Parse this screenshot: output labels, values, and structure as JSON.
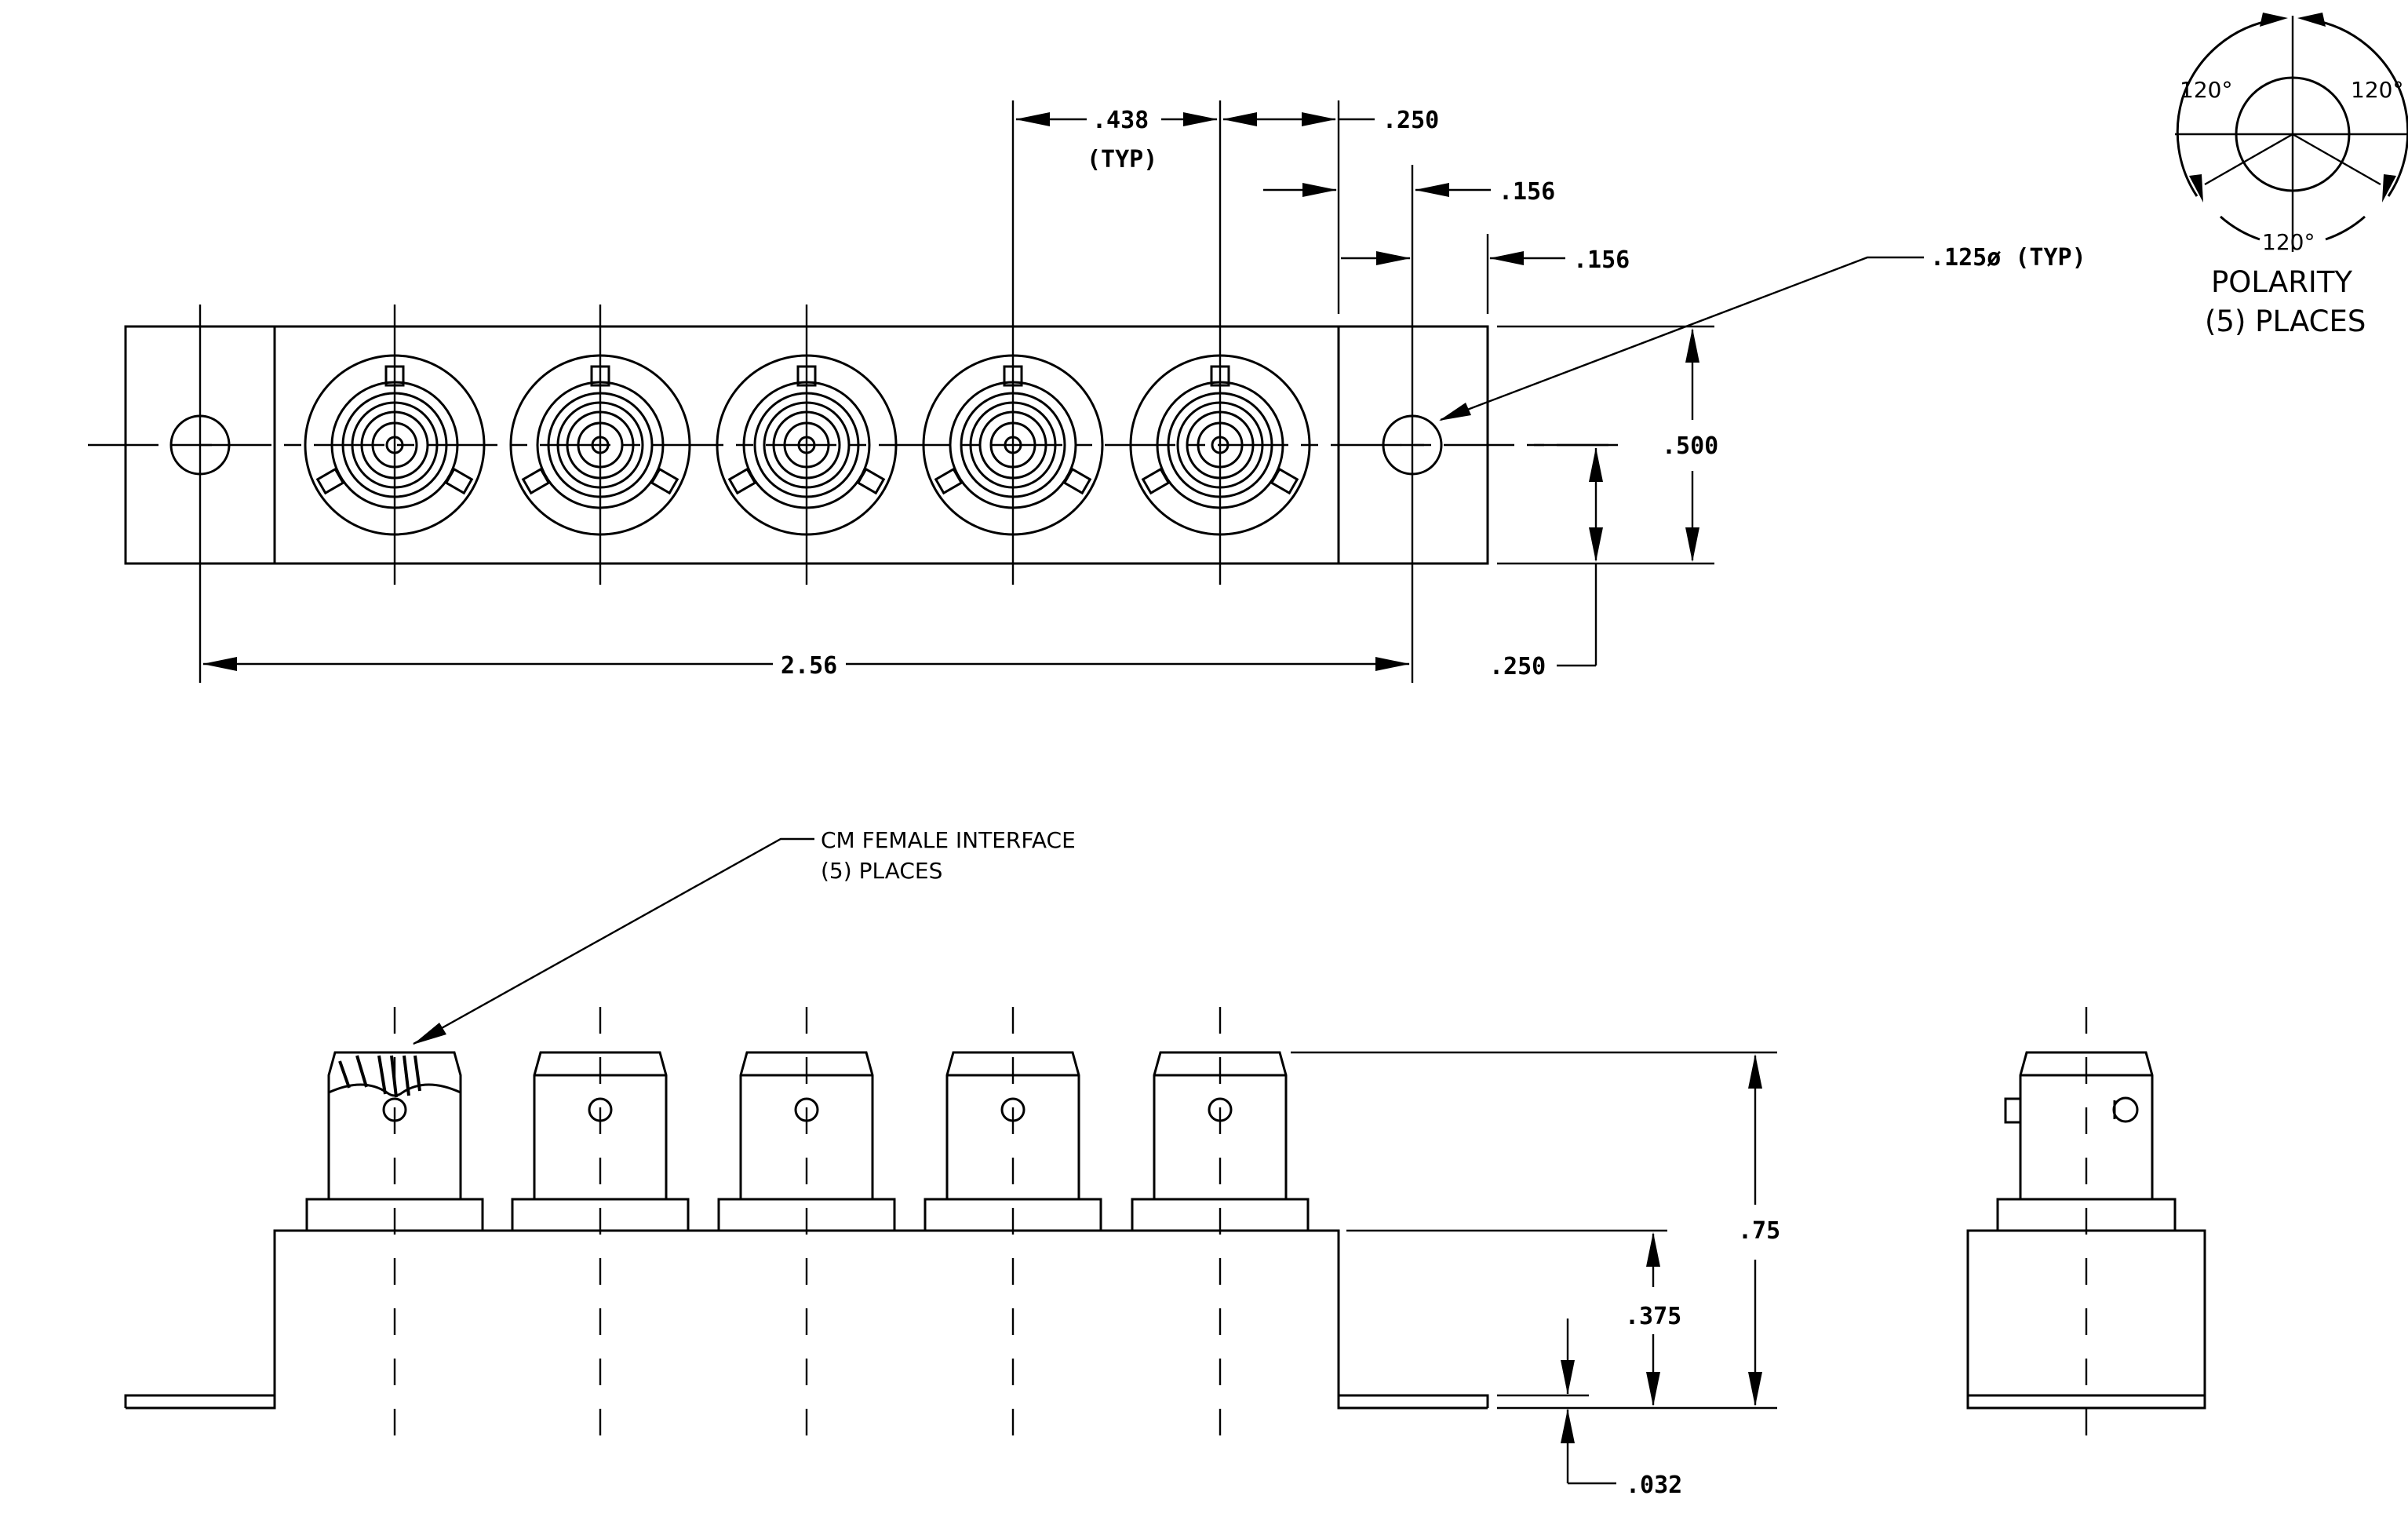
{
  "dimensions": {
    "pitch": ".438",
    "pitch_note": "(TYP)",
    "edge_250_top": ".250",
    "edge_156_a": ".156",
    "edge_156_b": ".156",
    "hole_dia": ".125ø (TYP)",
    "height_500": ".500",
    "center_250": ".250",
    "overall_length": "2.56",
    "overall_height": ".75",
    "body_height": ".375",
    "flange_thickness": ".032"
  },
  "notes": {
    "interface_line1": "CM FEMALE INTERFACE",
    "interface_line2": "(5)  PLACES"
  },
  "polarity": {
    "angle_top_left": "120°",
    "angle_top_right": "120°",
    "angle_bottom": "120°",
    "title": "POLARITY",
    "subtitle": "(5) PLACES"
  }
}
